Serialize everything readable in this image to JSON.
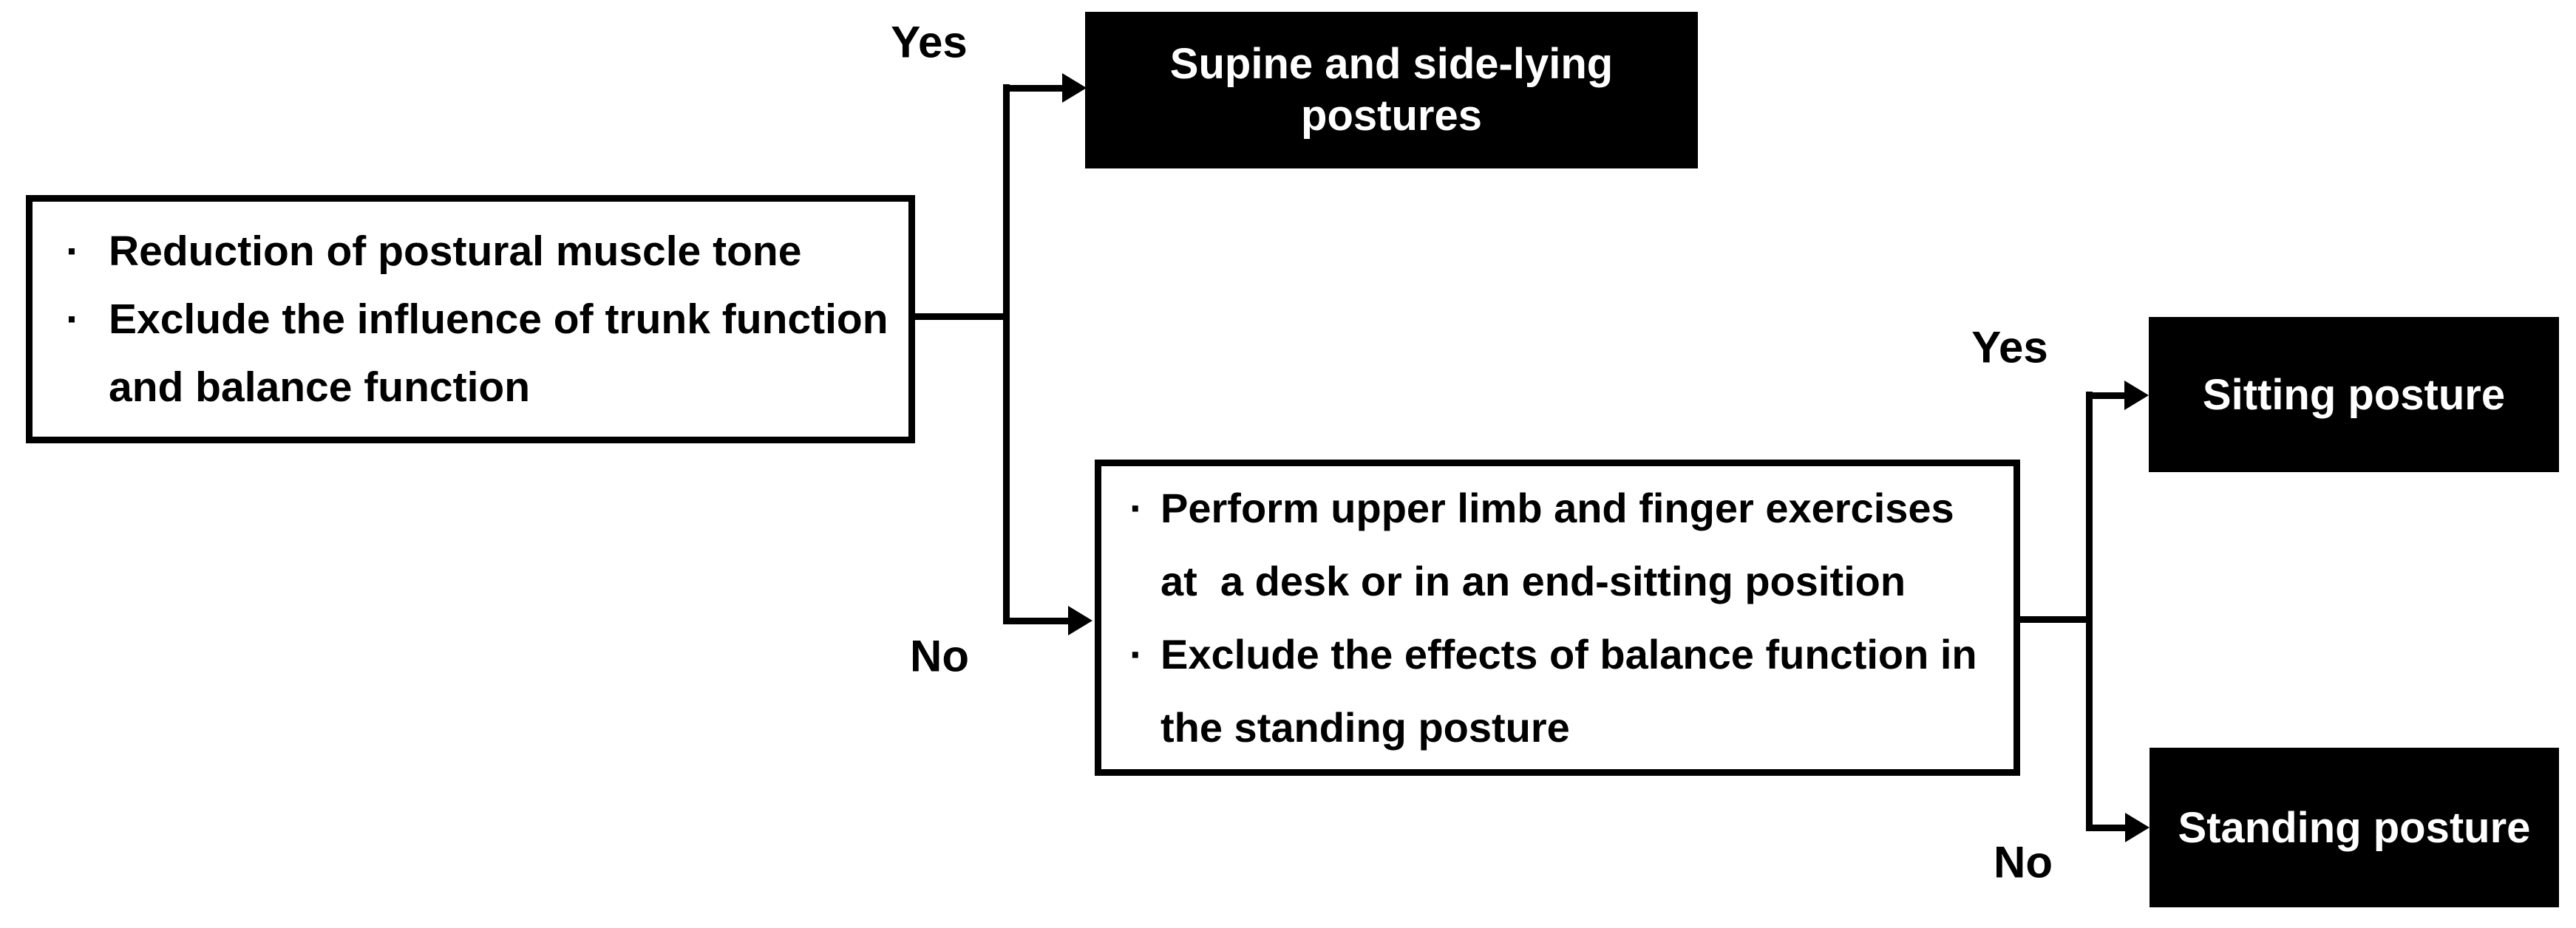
{
  "flowchart": {
    "background": "#ffffff",
    "colors": {
      "decision_fill": "#ffffff",
      "decision_border": "#000000",
      "outcome_fill": "#000000",
      "outcome_text": "#ffffff",
      "connector": "#000000"
    },
    "decision1": {
      "lines": [
        {
          "bullet": "·",
          "text": "Reduction of postural muscle tone"
        },
        {
          "bullet": "·",
          "text": "Exclude the influence of trunk function"
        },
        {
          "bullet": "",
          "text": "and balance function"
        }
      ]
    },
    "branch1": {
      "yes": "Yes",
      "no": "No"
    },
    "outcome_supine": {
      "lines": [
        {
          "text": "Supine and side-lying"
        },
        {
          "text": "postures"
        }
      ]
    },
    "decision2": {
      "lines": [
        {
          "bullet": "·",
          "text": "Perform upper limb and finger exercises"
        },
        {
          "bullet": "",
          "text": "at  a desk or in an end-sitting position"
        },
        {
          "bullet": "·",
          "text": "Exclude the effects of balance function in"
        },
        {
          "bullet": "",
          "text": "the standing posture"
        }
      ]
    },
    "branch2": {
      "yes": "Yes",
      "no": "No"
    },
    "outcome_sitting": {
      "label": "Sitting posture"
    },
    "outcome_standing": {
      "label": "Standing posture"
    }
  }
}
